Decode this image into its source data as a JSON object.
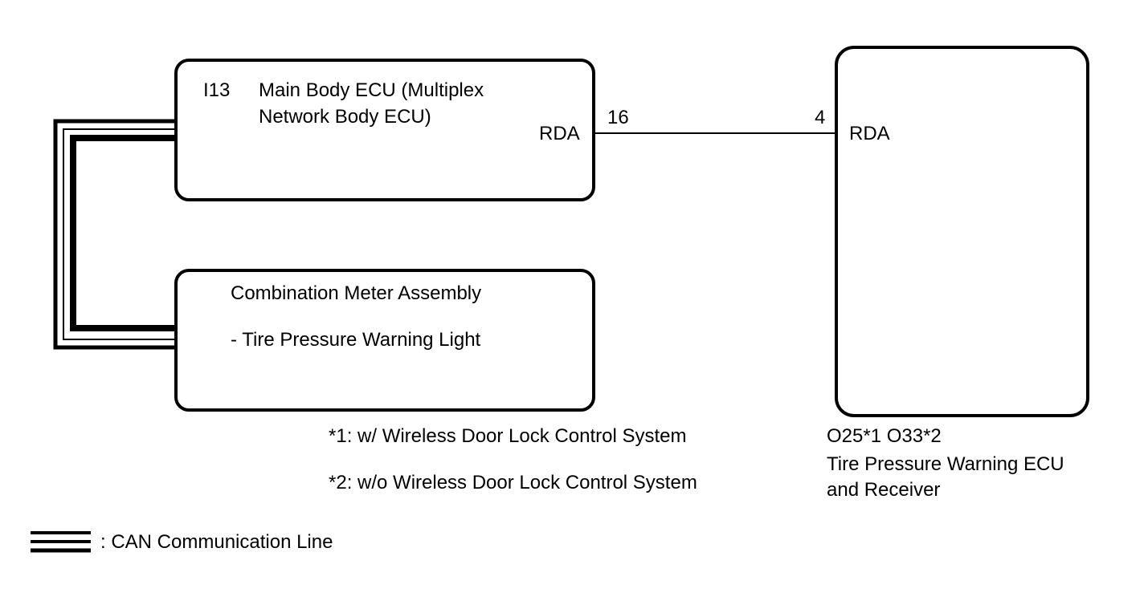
{
  "main_body_ecu": {
    "code": "I13",
    "name_line1": "Main Body ECU (Multiplex",
    "name_line2": "Network Body ECU)",
    "terminal_name": "RDA",
    "pin": "16"
  },
  "combination_meter": {
    "name": "Combination Meter Assembly",
    "item": "- Tire Pressure Warning Light"
  },
  "tpw_ecu": {
    "terminal_name": "RDA",
    "pin": "4",
    "codes": "O25*1 O33*2",
    "name_line1": "Tire Pressure Warning ECU",
    "name_line2": "and Receiver"
  },
  "notes": {
    "note1": "*1: w/ Wireless Door Lock Control System",
    "note2": "*2: w/o Wireless Door Lock Control System"
  },
  "legend": {
    "can_line": ": CAN Communication Line"
  }
}
